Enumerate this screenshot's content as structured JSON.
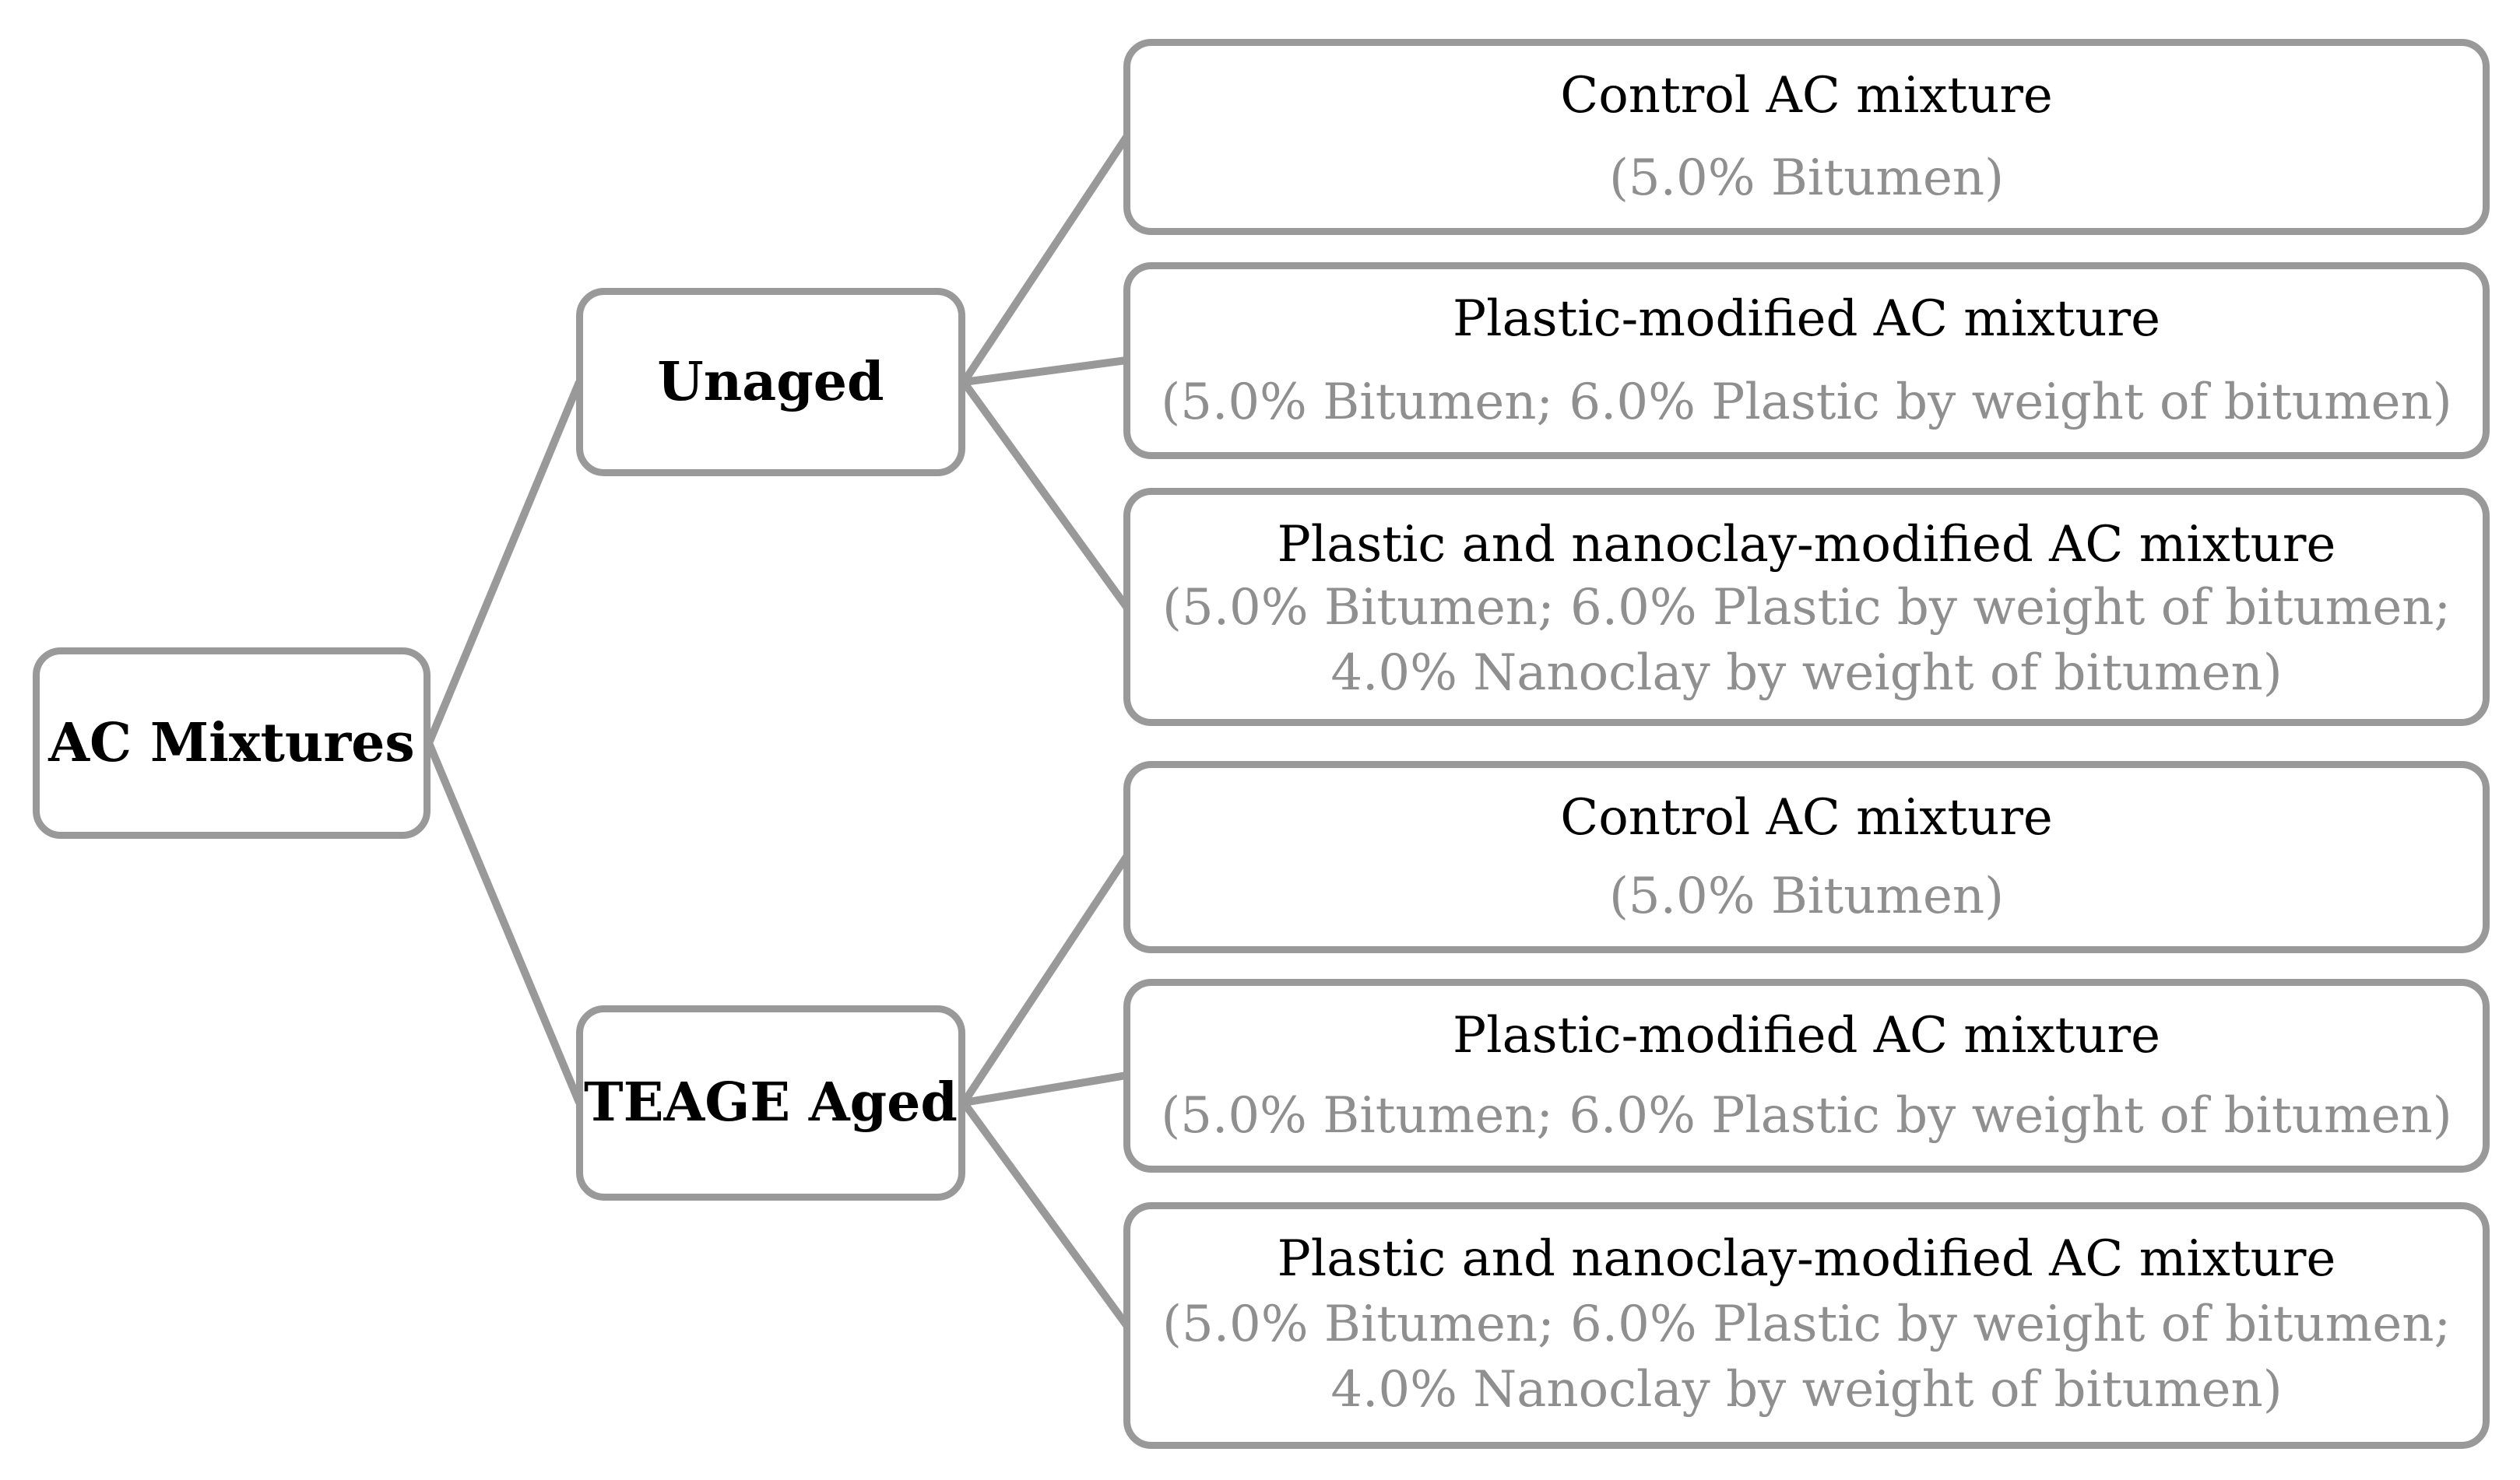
{
  "diagram": {
    "root": {
      "label": "AC Mixtures"
    },
    "branches": [
      {
        "label": "Unaged",
        "children": [
          {
            "title": "Control AC mixture",
            "subtitle": "(5.0% Bitumen)"
          },
          {
            "title": "Plastic-modified AC mixture",
            "subtitle": "(5.0% Bitumen; 6.0% Plastic by weight of bitumen)"
          },
          {
            "title": "Plastic and nanoclay-modified AC mixture",
            "subtitle_line1": "(5.0% Bitumen; 6.0% Plastic by weight of bitumen;",
            "subtitle_line2": "4.0% Nanoclay by weight of bitumen)"
          }
        ]
      },
      {
        "label": "TEAGE Aged",
        "children": [
          {
            "title": "Control AC mixture",
            "subtitle": "(5.0% Bitumen)"
          },
          {
            "title": "Plastic-modified AC mixture",
            "subtitle": "(5.0% Bitumen; 6.0% Plastic by weight of bitumen)"
          },
          {
            "title": "Plastic and nanoclay-modified AC mixture",
            "subtitle_line1": "(5.0% Bitumen; 6.0% Plastic by weight of bitumen;",
            "subtitle_line2": "4.0% Nanoclay by weight of bitumen)"
          }
        ]
      }
    ],
    "colors": {
      "border": "#999999",
      "connector": "#999999",
      "title_text": "#000000",
      "subtitle_text": "#8f8f8f",
      "background": "#ffffff"
    }
  }
}
